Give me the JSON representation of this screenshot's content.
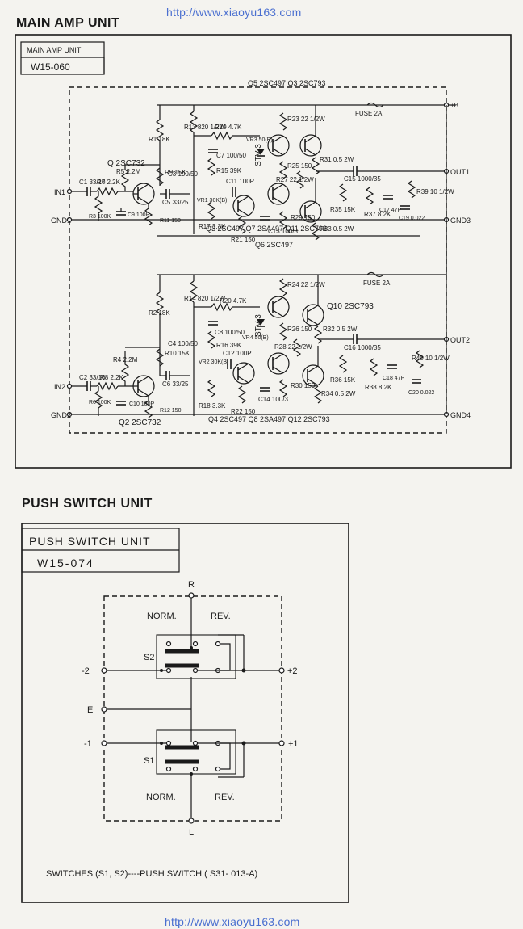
{
  "watermark": {
    "top": "http://www.xiaoyu163.com",
    "bottom": "http://www.xiaoyu163.com"
  },
  "main_amp": {
    "heading": "MAIN AMP UNIT",
    "box_label": "MAIN AMP UNIT",
    "box_code": "W15-060",
    "ch1": {
      "q_top": "Q5 2SC497  Q3 2SC793",
      "q_left": "Q 2SC732",
      "q_bottom": "Q3 2SC497  Q7 2SA497  Q11 2SC793",
      "fuse": "FUSE 2A",
      "diode": "STV-3",
      "in": "IN1",
      "gnd_in": "GND1",
      "out": "OUT1",
      "gnd_out": "GND3",
      "vplus": "+B",
      "c1": "C1 33/10",
      "r7": "R7 2.2K",
      "r5": "R5 2.2M",
      "r3": "R3 100K",
      "c9": "C9 100P",
      "r1": "R1 18K",
      "r9": "R9 15K",
      "r11": "R11 150",
      "c5": "C5 33/25",
      "r13": "R13 820 1/2W",
      "r19": "R19 4.7K",
      "c7": "C7 100/50",
      "r15": "R15 39K",
      "c3": "C3 100/50",
      "vr1": "VR1 30K(B)",
      "r17": "R17 3.3K",
      "c11": "C11 100P",
      "vr3": "VR3 50(B)",
      "r21": "R21 150",
      "c13": "C13 100/3",
      "r23": "R23 22 1/2W",
      "r25": "R25 150",
      "r27": "R27 22 1/2W",
      "r29": "R29 150",
      "r31": "R31 0.5 2W",
      "r33": "R33 0.5 2W",
      "c15": "C15 1000/35",
      "r35": "R35 15K",
      "r37": "R37 8.2K",
      "c17": "C17 47P",
      "c19": "C19 0.022",
      "r39": "R39 10 1/2W"
    },
    "between": "Q6 2SC497",
    "ch2": {
      "q_right": "Q10 2SC793",
      "q_left": "Q2 2SC732",
      "q_bottom": "Q4 2SC497  Q8 2SA497  Q12 2SC793",
      "fuse": "FUSE 2A",
      "diode": "STV-3",
      "in": "IN2",
      "gnd_in": "GND2",
      "out": "OUT2",
      "gnd_out": "GND4",
      "c2": "C2 33/10",
      "r8": "R8 2.2K",
      "r4": "R4 2.2M",
      "r6": "R6 100K",
      "c10": "C10 100P",
      "r2": "R2 18K",
      "r10": "R10 15K",
      "r12": "R12 150",
      "c6": "C6 33/25",
      "r14": "R14 820 1/2W",
      "r20": "R20 4.7K",
      "c8": "C8 100/50",
      "r16": "R16 39K",
      "c4": "C4 100/50",
      "vr2": "VR2 30K(B)",
      "r18": "R18 3.3K",
      "c12": "C12 100P",
      "vr4": "VR4 50(B)",
      "r22": "R22 150",
      "c14": "C14 100/3",
      "r24": "R24 22 1/2W",
      "r26": "R26 150",
      "r28": "R28 22 1/2W",
      "r30": "R30 150",
      "r32": "R32 0.5 2W",
      "r34": "R34 0.5 2W",
      "c16": "C16 1000/35",
      "r36": "R36 15K",
      "r38": "R38 8.2K",
      "c18": "C18 47P",
      "c20": "C20 0.022",
      "r40": "R40 10 1/2W"
    }
  },
  "push_switch": {
    "heading": "PUSH SWITCH UNIT",
    "box_label": "PUSH SWITCH UNIT",
    "box_code": "W15-074",
    "r": "R",
    "l": "L",
    "e": "E",
    "minus2": "-2",
    "plus2": "+2",
    "minus1": "-1",
    "plus1": "+1",
    "norm_top": "NORM.",
    "rev_top": "REV.",
    "norm_bottom": "NORM.",
    "rev_bottom": "REV.",
    "s2": "S2",
    "s1": "S1",
    "footer": "SWITCHES (S1, S2)----PUSH SWITCH ( S31- 013-A)"
  }
}
